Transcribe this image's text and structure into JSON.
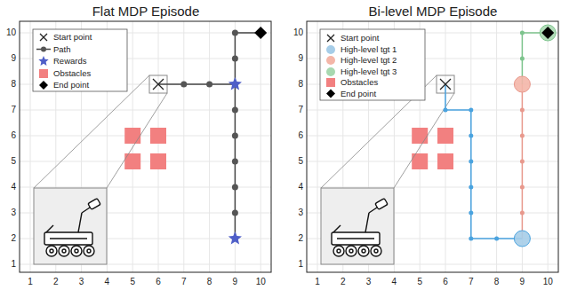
{
  "diagram": {
    "labels": [
      "Flat MDP Episode",
      "Bi-level MDP Episode",
      "1",
      "2",
      "3",
      "4",
      "5",
      "6",
      "7",
      "8",
      "9",
      "10",
      "1",
      "2",
      "3",
      "4",
      "5",
      "6",
      "7",
      "8",
      "9",
      "10",
      "1",
      "2",
      "3",
      "4",
      "5",
      "6",
      "7",
      "8",
      "9",
      "10",
      "1",
      "2",
      "3",
      "4",
      "5",
      "6",
      "7",
      "8",
      "9",
      "10"
    ],
    "legend": [
      {
        "text": "Start point"
      },
      {
        "text": "Path"
      },
      {
        "text": "Rewards"
      },
      {
        "text": "Obstacles",
        "color": "#f28080"
      },
      {
        "text": "End point"
      },
      {
        "text": "Start point"
      },
      {
        "text": "High-level tgt 1",
        "color": "#a6cde8"
      },
      {
        "text": "High-level tgt 2",
        "color": "#f4b6a8"
      },
      {
        "text": "High-level tgt 3",
        "color": "#a8d8b0"
      },
      {
        "text": "Obstacles",
        "color": "#f28080"
      },
      {
        "text": "End point"
      }
    ]
  }
}
